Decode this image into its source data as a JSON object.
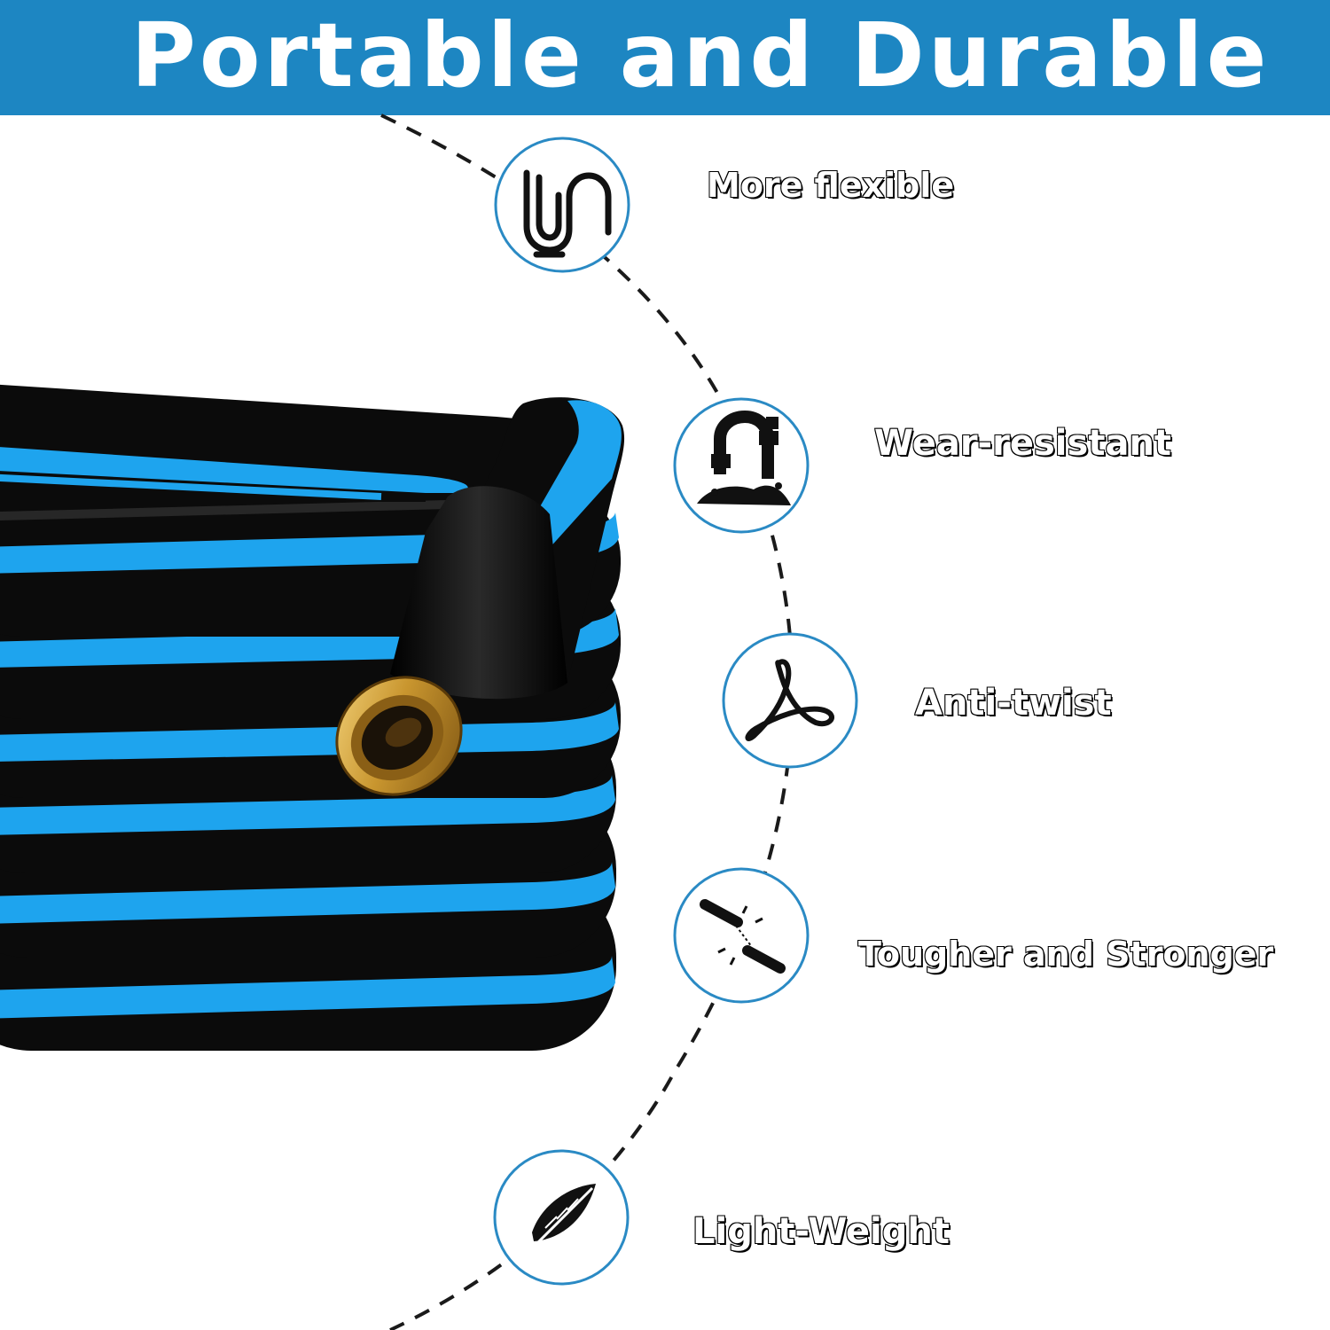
{
  "headline": "Portable and Durable",
  "colors": {
    "header_band": "#1d86c2",
    "hose_black": "#0c0c0c",
    "hose_stripe": "#1ea4ee",
    "icon_ring": "#2a8ac4",
    "fitting_brass": "#c9962f"
  },
  "features": [
    {
      "label": "More flexible",
      "icon": "flexible-pipe-icon"
    },
    {
      "label": "Wear-resistant",
      "icon": "wear-pipe-icon"
    },
    {
      "label": "Anti-twist",
      "icon": "anti-twist-icon"
    },
    {
      "label": "Tougher and Stronger",
      "icon": "strong-fiber-icon"
    },
    {
      "label": "Light-Weight",
      "icon": "feather-icon"
    }
  ]
}
